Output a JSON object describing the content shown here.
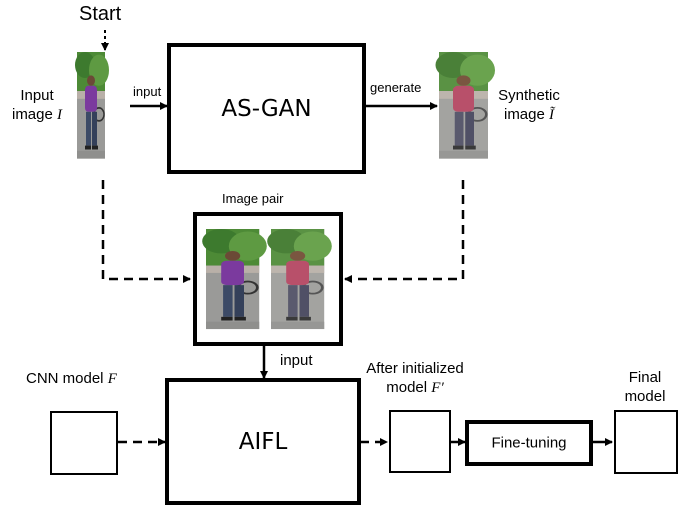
{
  "start_label": "Start",
  "input_image": {
    "line1": "Input",
    "line2": "image",
    "var": "I"
  },
  "input_arrow_label": "input",
  "asgan_label": "AS-GAN",
  "generate_label": "generate",
  "synthetic_image": {
    "line1": "Synthetic",
    "line2": "image",
    "var": "Ĩ"
  },
  "image_pair_label": "Image pair",
  "pair_input_label": "input",
  "cnn_model": {
    "text": "CNN model",
    "var": "F"
  },
  "aifl_label": "AIFL",
  "after_init": {
    "line1": "After initialized",
    "line2": "model",
    "var": "F′"
  },
  "finetuning_label": "Fine-tuning",
  "final_model": {
    "line1": "Final",
    "line2": "model"
  },
  "colors": {
    "shirt_input": "#7b3a9e",
    "shirt_synthetic": "#b8506a",
    "foliage": "#3d7a2e",
    "pavement": "#9a9a98"
  }
}
